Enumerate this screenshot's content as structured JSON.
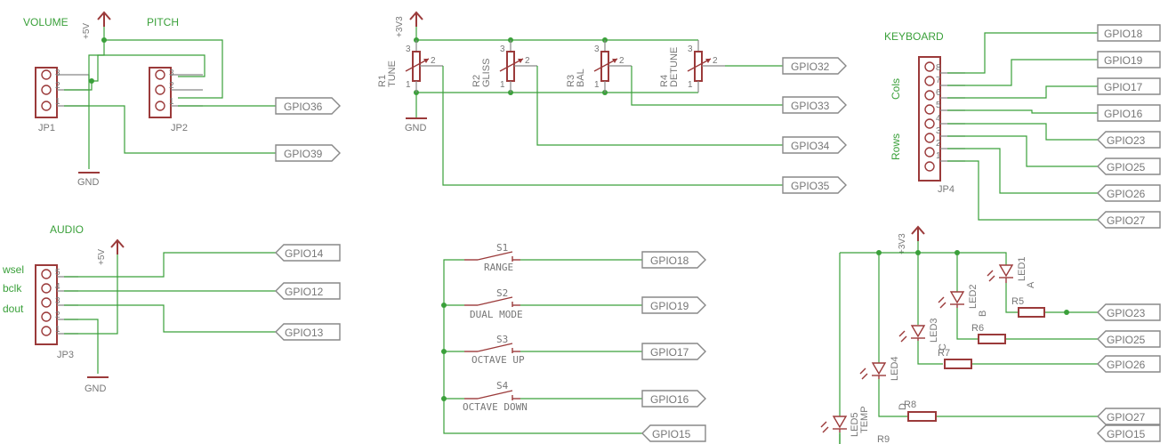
{
  "headers": {
    "volume": "VOLUME",
    "pitch": "PITCH",
    "keyboard": "KEYBOARD",
    "audio": "AUDIO",
    "cols": "Cols",
    "rows": "Rows",
    "wsel": "wsel",
    "bclk": "bclk",
    "dout": "dout"
  },
  "supplies": {
    "v5_top": "+5V",
    "v3_pots": "+3V3",
    "v5_audio": "+5V",
    "v3_leds": "+3V3",
    "gnd_jp": "GND",
    "gnd_pots": "GND",
    "gnd_audio": "GND"
  },
  "connectors": {
    "jp1": "JP1",
    "jp2": "JP2",
    "jp3": "JP3",
    "jp4": "JP4",
    "pin1": "1",
    "pin2": "2",
    "pin3": "3",
    "pin4": "4",
    "pin5": "5",
    "pin6": "6",
    "pin7": "7",
    "pin8": "8"
  },
  "pots": {
    "r1": "R1",
    "r1_name": "TUNE",
    "r2": "R2",
    "r2_name": "GLISS",
    "r3": "R3",
    "r3_name": "BAL",
    "r4": "R4",
    "r4_name": "DETUNE",
    "pin1": "1",
    "pin2": "2",
    "pin3": "3"
  },
  "switches": {
    "s1": "S1",
    "s1_name": "RANGE",
    "s2": "S2",
    "s2_name": "DUAL MODE",
    "s3": "S3",
    "s3_name": "OCTAVE UP",
    "s4": "S4",
    "s4_name": "OCTAVE DOWN"
  },
  "leds": {
    "led1": "LED1",
    "led1_name": "A",
    "led2": "LED2",
    "led2_name": "B",
    "led3": "LED3",
    "led3_name": "C",
    "led4": "LED4",
    "led4_name": "D",
    "led5": "LED5",
    "led5_name": "TEMP",
    "r5": "R5",
    "r6": "R6",
    "r7": "R7",
    "r8": "R8",
    "r9": "R9"
  },
  "gpio": {
    "jp2_out": "GPIO36",
    "jp1_out": "GPIO39",
    "pot1": "GPIO32",
    "pot4": "GPIO33",
    "pot2": "GPIO34",
    "pot3": "GPIO35",
    "kb1": "GPIO18",
    "kb2": "GPIO19",
    "kb3": "GPIO17",
    "kb4": "GPIO16",
    "kb5": "GPIO23",
    "kb6": "GPIO25",
    "kb7": "GPIO26",
    "kb8": "GPIO27",
    "aud1": "GPIO14",
    "aud2": "GPIO12",
    "aud3": "GPIO13",
    "sw1": "GPIO18",
    "sw2": "GPIO19",
    "sw3": "GPIO17",
    "sw4": "GPIO16",
    "sw5": "GPIO15",
    "led1": "GPIO23",
    "led2": "GPIO25",
    "led3": "GPIO26",
    "led4": "GPIO27",
    "led5": "GPIO15"
  }
}
